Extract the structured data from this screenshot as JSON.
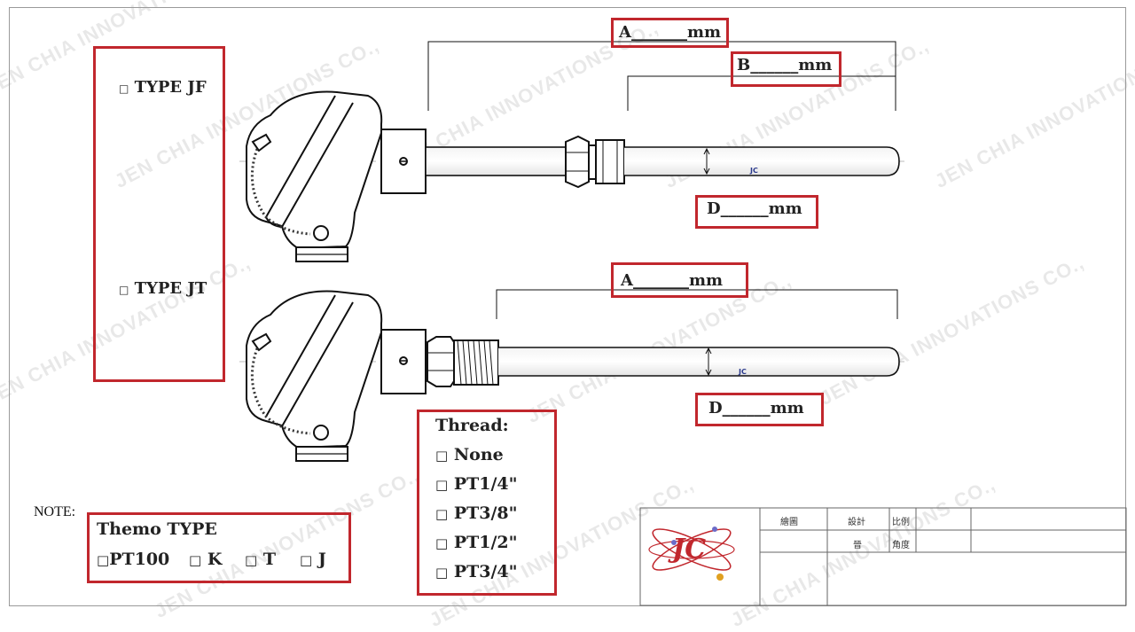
{
  "dimensions": {
    "jf_a": "A_______mm",
    "jf_b": "B______mm",
    "jf_d": "D______mm",
    "jt_a": "A_______mm",
    "jt_d": "D______mm"
  },
  "types": {
    "jf": "TYPE  JF",
    "jt": "TYPE  JT"
  },
  "thread": {
    "title": "Thread:",
    "options": [
      "None",
      "PT1/4\"",
      "PT3/8\"",
      "PT1/2\"",
      "PT3/4\""
    ]
  },
  "note": {
    "label": "NOTE:",
    "title": "Themo TYPE",
    "options": [
      "PT100",
      "K",
      "T",
      "J"
    ]
  },
  "checkbox_glyph": "□",
  "title_block": {
    "drawn": "繪圖",
    "design": "設計",
    "scale": "比例",
    "checked": "晉",
    "angle": "角度"
  },
  "logo": {
    "text": "JC"
  },
  "probe_mark": "JC",
  "watermark": "JEN CHIA INNOVATIONS CO.,",
  "colors": {
    "accent_red": "#c1272d",
    "logo_blue": "#2b3a8c"
  }
}
